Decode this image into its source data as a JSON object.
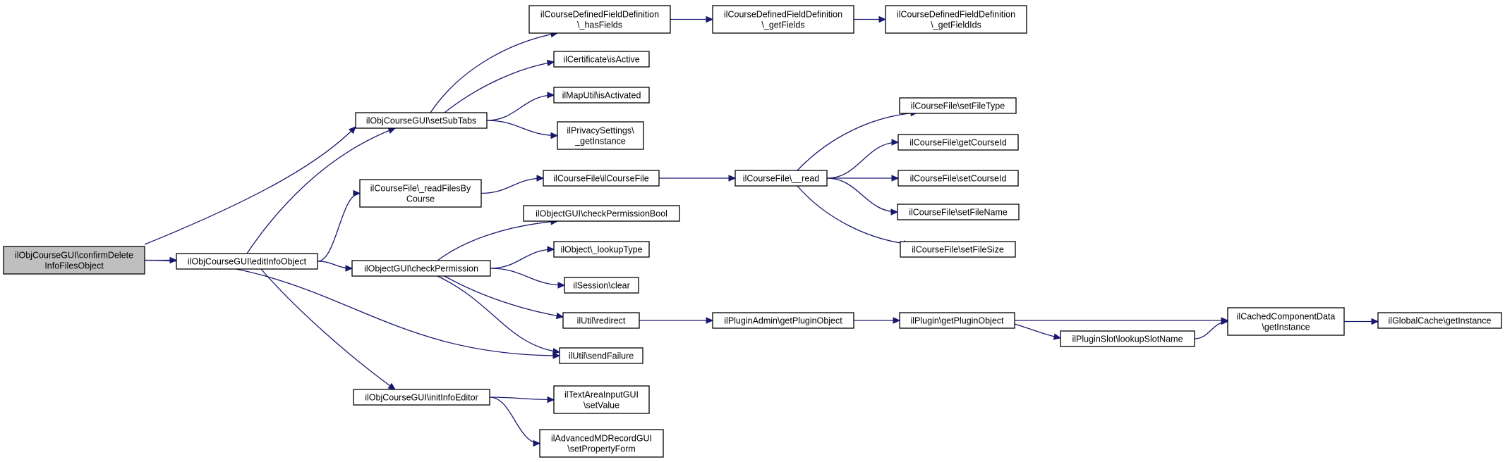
{
  "colors": {
    "edge": "#191970",
    "node_border": "#000000",
    "root_fill": "#bfbfbf",
    "node_fill": "#ffffff"
  },
  "nodes": [
    {
      "id": "n0",
      "lines": [
        "ilObjCourseGUI\\confirmDelete",
        "InfoFilesObject"
      ],
      "root": true
    },
    {
      "id": "n1",
      "lines": [
        "ilObjCourseGUI\\editInfoObject"
      ]
    },
    {
      "id": "n2",
      "lines": [
        "ilObjCourseGUI\\setSubTabs"
      ]
    },
    {
      "id": "n3",
      "lines": [
        "ilCourseFile\\_readFilesBy",
        "Course"
      ]
    },
    {
      "id": "n4",
      "lines": [
        "ilObjectGUI\\checkPermission"
      ]
    },
    {
      "id": "n5",
      "lines": [
        "ilObjCourseGUI\\initInfoEditor"
      ]
    },
    {
      "id": "n6",
      "lines": [
        "ilCourseDefinedFieldDefinition",
        "\\_hasFields"
      ]
    },
    {
      "id": "n7",
      "lines": [
        "ilCertificate\\isActive"
      ]
    },
    {
      "id": "n8",
      "lines": [
        "ilMapUtil\\isActivated"
      ]
    },
    {
      "id": "n9",
      "lines": [
        "ilPrivacySettings\\",
        "_getInstance"
      ]
    },
    {
      "id": "n10",
      "lines": [
        "ilCourseFile\\ilCourseFile"
      ]
    },
    {
      "id": "n11",
      "lines": [
        "ilObjectGUI\\checkPermissionBool"
      ]
    },
    {
      "id": "n12",
      "lines": [
        "ilObject\\_lookupType"
      ]
    },
    {
      "id": "n13",
      "lines": [
        "ilSession\\clear"
      ]
    },
    {
      "id": "n14",
      "lines": [
        "ilUtil\\redirect"
      ]
    },
    {
      "id": "n15",
      "lines": [
        "ilUtil\\sendFailure"
      ]
    },
    {
      "id": "n16",
      "lines": [
        "ilTextAreaInputGUI",
        "\\setValue"
      ]
    },
    {
      "id": "n17",
      "lines": [
        "ilAdvancedMDRecordGUI",
        "\\setPropertyForm"
      ]
    },
    {
      "id": "n18",
      "lines": [
        "ilCourseDefinedFieldDefinition",
        "\\_getFields"
      ]
    },
    {
      "id": "n19",
      "lines": [
        "ilCourseDefinedFieldDefinition",
        "\\_getFieldIds"
      ]
    },
    {
      "id": "n20",
      "lines": [
        "ilCourseFile\\__read"
      ]
    },
    {
      "id": "n21",
      "lines": [
        "ilCourseFile\\setFileType"
      ]
    },
    {
      "id": "n22",
      "lines": [
        "ilCourseFile\\getCourseId"
      ]
    },
    {
      "id": "n23",
      "lines": [
        "ilCourseFile\\setCourseId"
      ]
    },
    {
      "id": "n24",
      "lines": [
        "ilCourseFile\\setFileName"
      ]
    },
    {
      "id": "n25",
      "lines": [
        "ilCourseFile\\setFileSize"
      ]
    },
    {
      "id": "n26",
      "lines": [
        "ilPluginAdmin\\getPluginObject"
      ]
    },
    {
      "id": "n27",
      "lines": [
        "ilPlugin\\getPluginObject"
      ]
    },
    {
      "id": "n28",
      "lines": [
        "ilPluginSlot\\lookupSlotName"
      ]
    },
    {
      "id": "n29",
      "lines": [
        "ilCachedComponentData",
        "\\getInstance"
      ]
    },
    {
      "id": "n30",
      "lines": [
        "ilGlobalCache\\getInstance"
      ]
    }
  ],
  "edges": [
    {
      "from": "n0",
      "to": "n1"
    },
    {
      "from": "n0",
      "to": "n2"
    },
    {
      "from": "n0",
      "to": "n15"
    },
    {
      "from": "n1",
      "to": "n2"
    },
    {
      "from": "n1",
      "to": "n3"
    },
    {
      "from": "n1",
      "to": "n4"
    },
    {
      "from": "n1",
      "to": "n5"
    },
    {
      "from": "n2",
      "to": "n6"
    },
    {
      "from": "n2",
      "to": "n7"
    },
    {
      "from": "n2",
      "to": "n8"
    },
    {
      "from": "n2",
      "to": "n9"
    },
    {
      "from": "n3",
      "to": "n10"
    },
    {
      "from": "n4",
      "to": "n11"
    },
    {
      "from": "n4",
      "to": "n12"
    },
    {
      "from": "n4",
      "to": "n13"
    },
    {
      "from": "n4",
      "to": "n14"
    },
    {
      "from": "n4",
      "to": "n15"
    },
    {
      "from": "n5",
      "to": "n16"
    },
    {
      "from": "n5",
      "to": "n17"
    },
    {
      "from": "n6",
      "to": "n18"
    },
    {
      "from": "n18",
      "to": "n19"
    },
    {
      "from": "n10",
      "to": "n20"
    },
    {
      "from": "n20",
      "to": "n21"
    },
    {
      "from": "n20",
      "to": "n22"
    },
    {
      "from": "n20",
      "to": "n23"
    },
    {
      "from": "n20",
      "to": "n24"
    },
    {
      "from": "n20",
      "to": "n25"
    },
    {
      "from": "n14",
      "to": "n26"
    },
    {
      "from": "n26",
      "to": "n27"
    },
    {
      "from": "n27",
      "to": "n29"
    },
    {
      "from": "n27",
      "to": "n28"
    },
    {
      "from": "n28",
      "to": "n29"
    },
    {
      "from": "n29",
      "to": "n30"
    }
  ]
}
